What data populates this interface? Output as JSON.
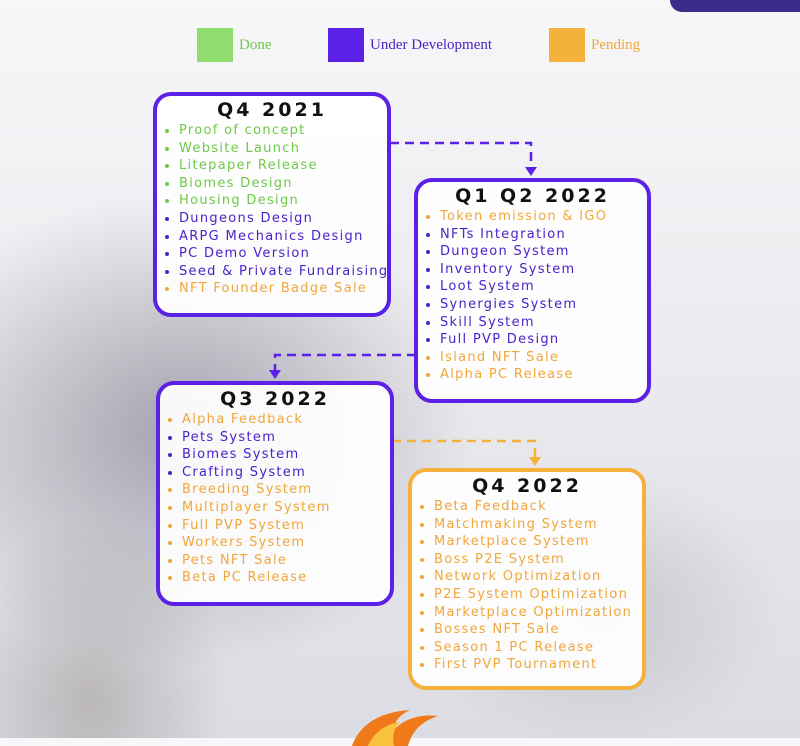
{
  "colors": {
    "done": "#8fdd6c",
    "dev": "#5b21e6",
    "pending": "#f4b23c"
  },
  "legend": [
    {
      "label": "Done",
      "status": "done"
    },
    {
      "label": "Under Development",
      "status": "dev"
    },
    {
      "label": "Pending",
      "status": "pending"
    }
  ],
  "boxes": [
    {
      "title": "Q4 2021",
      "border_status": "dev",
      "items": [
        {
          "text": "Proof of concept",
          "status": "done"
        },
        {
          "text": "Website Launch",
          "status": "done"
        },
        {
          "text": "Litepaper Release",
          "status": "done"
        },
        {
          "text": "Biomes Design",
          "status": "done"
        },
        {
          "text": "Housing Design",
          "status": "done"
        },
        {
          "text": "Dungeons Design",
          "status": "dev"
        },
        {
          "text": "ARPG Mechanics Design",
          "status": "dev"
        },
        {
          "text": "PC Demo Version",
          "status": "dev"
        },
        {
          "text": "Seed & Private Fundraising",
          "status": "dev"
        },
        {
          "text": "NFT Founder Badge Sale",
          "status": "pending"
        }
      ]
    },
    {
      "title": "Q1 Q2 2022",
      "border_status": "dev",
      "items": [
        {
          "text": "Token emission & IGO",
          "status": "pending"
        },
        {
          "text": "NFTs Integration",
          "status": "dev"
        },
        {
          "text": "Dungeon System",
          "status": "dev"
        },
        {
          "text": "Inventory System",
          "status": "dev"
        },
        {
          "text": "Loot System",
          "status": "dev"
        },
        {
          "text": "Synergies System",
          "status": "dev"
        },
        {
          "text": "Skill System",
          "status": "dev"
        },
        {
          "text": "Full PVP Design",
          "status": "dev"
        },
        {
          "text": "Island NFT Sale",
          "status": "pending"
        },
        {
          "text": "Alpha PC Release",
          "status": "pending"
        }
      ]
    },
    {
      "title": "Q3 2022",
      "border_status": "dev",
      "items": [
        {
          "text": "Alpha Feedback",
          "status": "pending"
        },
        {
          "text": "Pets System",
          "status": "dev"
        },
        {
          "text": "Biomes System",
          "status": "dev"
        },
        {
          "text": "Crafting System",
          "status": "dev"
        },
        {
          "text": "Breeding System",
          "status": "pending"
        },
        {
          "text": "Multiplayer System",
          "status": "pending"
        },
        {
          "text": "Full PVP System",
          "status": "pending"
        },
        {
          "text": "Workers System",
          "status": "pending"
        },
        {
          "text": "Pets NFT Sale",
          "status": "pending"
        },
        {
          "text": "Beta PC Release",
          "status": "pending"
        }
      ]
    },
    {
      "title": "Q4 2022",
      "border_status": "pending",
      "items": [
        {
          "text": "Beta Feedback",
          "status": "pending"
        },
        {
          "text": "Matchmaking System",
          "status": "pending"
        },
        {
          "text": "Marketplace System",
          "status": "pending"
        },
        {
          "text": "Boss P2E System",
          "status": "pending"
        },
        {
          "text": "Network Optimization",
          "status": "pending"
        },
        {
          "text": "P2E System Optimization",
          "status": "pending"
        },
        {
          "text": "Marketplace Optimization",
          "status": "pending"
        },
        {
          "text": "Bosses NFT Sale",
          "status": "pending"
        },
        {
          "text": "Season 1 PC Release",
          "status": "pending"
        },
        {
          "text": "First PVP Tournament",
          "status": "pending"
        }
      ]
    }
  ]
}
